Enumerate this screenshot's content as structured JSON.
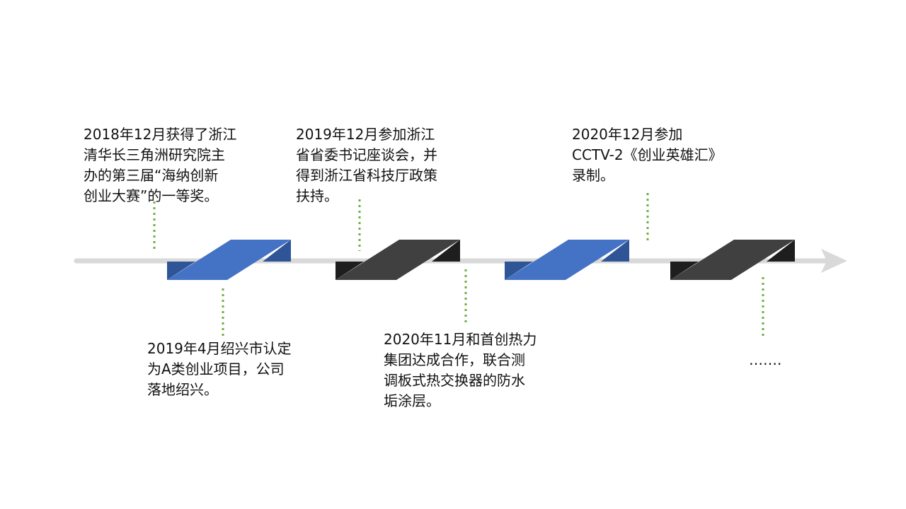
{
  "colors": {
    "axis": "#d9d9d9",
    "blue_face": "#4472c4",
    "blue_side": "#2f5597",
    "black_face": "#404040",
    "black_side": "#1e1e1e",
    "connector": "#70ad47"
  },
  "timeline": {
    "events": [
      {
        "position": "top",
        "text": "2018年12月获得了浙江\n清华长三角洲研究院主\n办的第三届“海纳创新\n创业大赛”的一等奖。"
      },
      {
        "position": "bottom",
        "text": "2019年4月绍兴市认定\n为A类创业项目，公司\n落地绍兴。"
      },
      {
        "position": "top",
        "text": "2019年12月参加浙江\n省省委书记座谈会，并\n得到浙江省科技厅政策\n扶持。"
      },
      {
        "position": "bottom",
        "text": "2020年11月和首创热力\n集团达成合作，联合测\n调板式热交换器的防水\n垢涂层。"
      },
      {
        "position": "top",
        "text": "2020年12月参加\nCCTV-2《创业英雄汇》\n录制。"
      },
      {
        "position": "bottom",
        "text": "……."
      }
    ],
    "blocks": [
      {
        "color": "blue"
      },
      {
        "color": "black"
      },
      {
        "color": "blue"
      },
      {
        "color": "black"
      }
    ]
  }
}
